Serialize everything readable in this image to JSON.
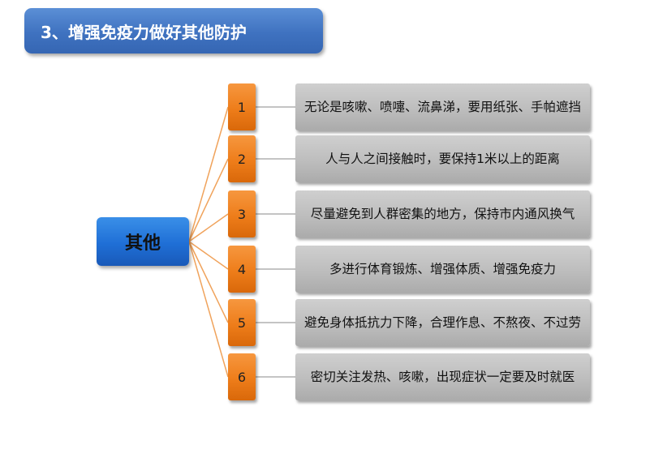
{
  "title": "3、增强免疫力做好其他防护",
  "root": {
    "label": "其他"
  },
  "items": [
    {
      "number": "1",
      "text": "无论是咳嗽、喷嚏、流鼻涕，要用纸张、手帕遮挡"
    },
    {
      "number": "2",
      "text": "人与人之间接触时，要保持1米以上的距离"
    },
    {
      "number": "3",
      "text": "尽量避免到人群密集的地方，保持市内通风换气"
    },
    {
      "number": "4",
      "text": "多进行体育锻炼、增强体质、增强免疫力"
    },
    {
      "number": "5",
      "text": "避免身体抵抗力下降，合理作息、不熬夜、不过劳"
    },
    {
      "number": "6",
      "text": "密切关注发热、咳嗽，出现症状一定要及时就医"
    }
  ],
  "colors": {
    "title_bg": "#3f72c0",
    "root_bg": "#1f6fd6",
    "number_bg": "#ee7d1a",
    "text_bg": "#bdbdbd",
    "connector": "#f0a35c"
  }
}
